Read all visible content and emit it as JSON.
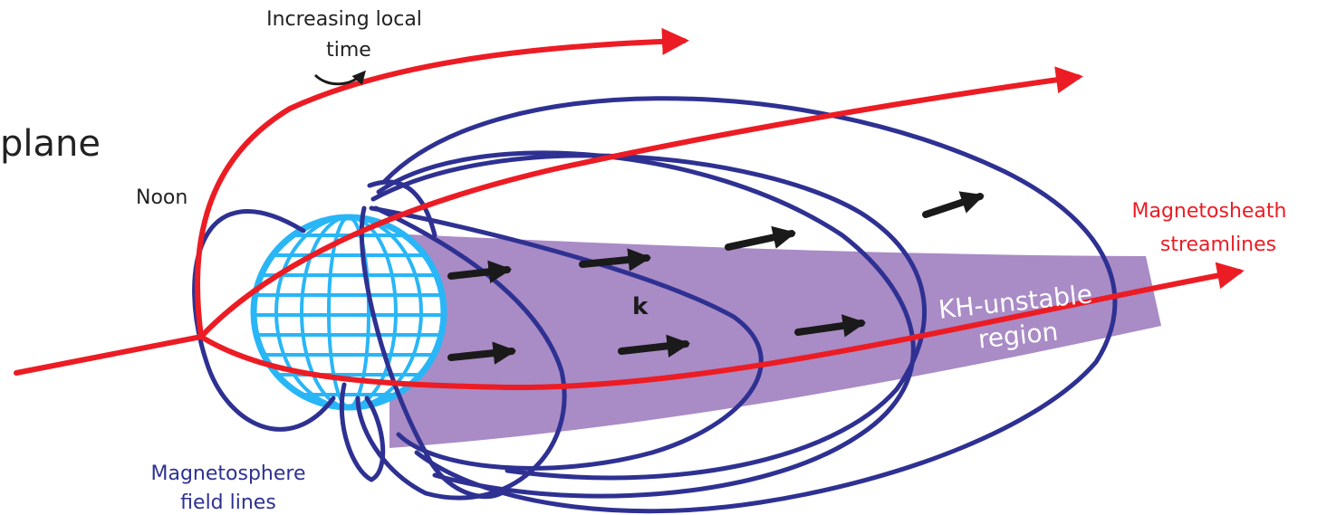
{
  "labels": {
    "plane": "plane",
    "increasing_local_time_line1": "Increasing local",
    "increasing_local_time_line2": "time",
    "noon": "Noon",
    "magnetosheath_line1": "Magnetosheath",
    "magnetosheath_line2": "streamlines",
    "kh_line1": "KH-unstable",
    "kh_line2": "region",
    "wave_vector": "k",
    "magnetosphere_line1": "Magnetosphere",
    "magnetosphere_line2": "field lines"
  },
  "colors": {
    "streamline": "#ec1c24",
    "field_line": "#2e3192",
    "earth": "#29b6f6",
    "kh_region": "#a98bc6",
    "arrow": "#1a1a1a",
    "kh_text": "#ffffff",
    "text": "#222222"
  }
}
